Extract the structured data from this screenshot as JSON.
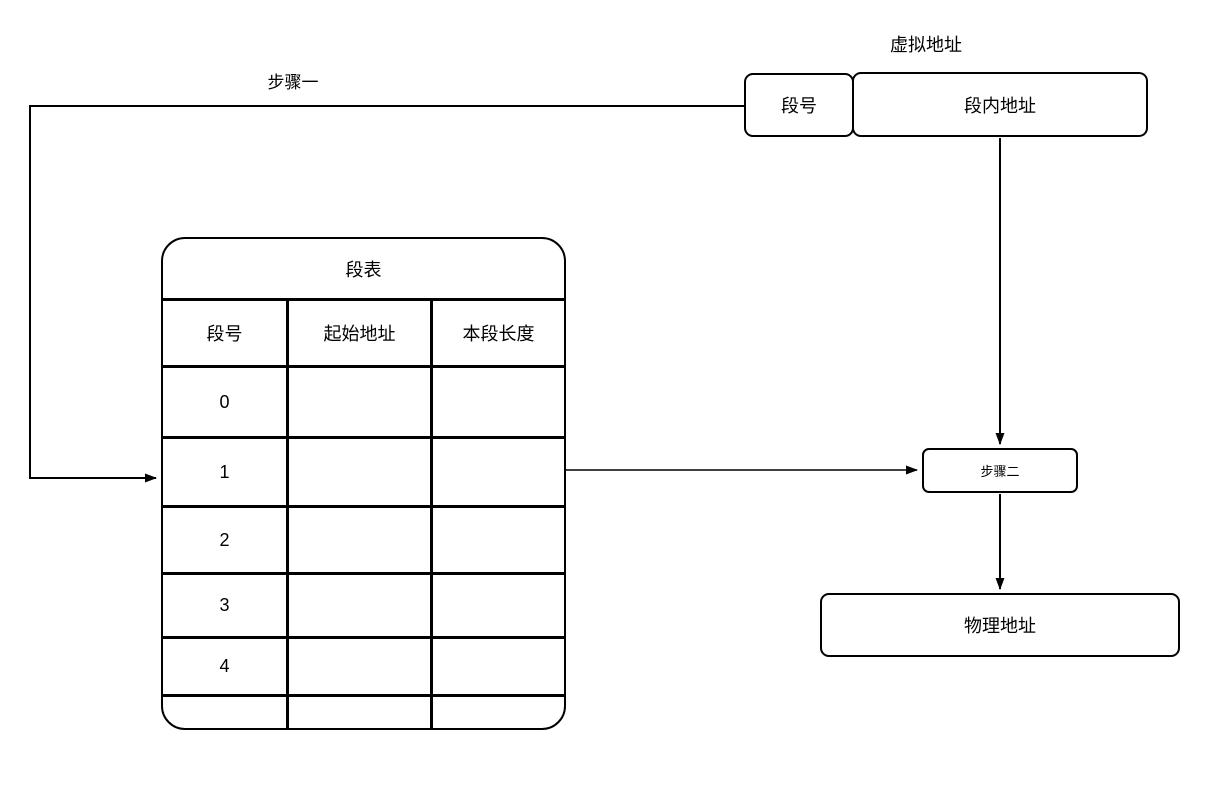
{
  "labels": {
    "virtual_address": "虚拟地址",
    "step1": "步骤一",
    "step2": "步骤二",
    "segment_number": "段号",
    "segment_offset": "段内地址",
    "physical_address": "物理地址"
  },
  "segment_table": {
    "title": "段表",
    "headers": [
      "段号",
      "起始地址",
      "本段长度"
    ],
    "rows": [
      [
        "0",
        "",
        ""
      ],
      [
        "1",
        "",
        ""
      ],
      [
        "2",
        "",
        ""
      ],
      [
        "3",
        "",
        ""
      ],
      [
        "4",
        "",
        ""
      ],
      [
        "",
        "",
        ""
      ]
    ]
  },
  "colors": {
    "line": "#000000",
    "background": "#ffffff",
    "text": "#000000"
  }
}
